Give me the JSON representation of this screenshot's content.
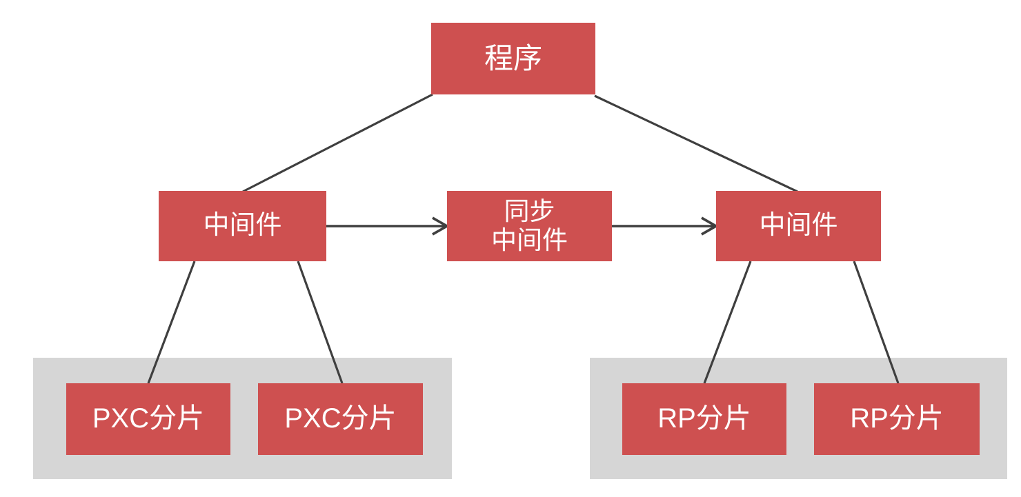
{
  "diagram": {
    "type": "architecture-flow",
    "title": "",
    "colors": {
      "node_fill": "#ce5050",
      "node_text": "#ffffff",
      "group_fill": "#d6d6d6",
      "connector": "#3f3f3f",
      "background": "#ffffff"
    },
    "nodes": [
      {
        "id": "program",
        "label": "程序",
        "lines": [
          "程序"
        ]
      },
      {
        "id": "middleware-left",
        "label": "中间件",
        "lines": [
          "中间件"
        ]
      },
      {
        "id": "sync-middleware",
        "label": "同步中间件",
        "lines": [
          "同步",
          "中间件"
        ]
      },
      {
        "id": "middleware-right",
        "label": "中间件",
        "lines": [
          "中间件"
        ]
      },
      {
        "id": "pxc-shard-1",
        "label": "PXC分片",
        "lines": [
          "PXC分片"
        ]
      },
      {
        "id": "pxc-shard-2",
        "label": "PXC分片",
        "lines": [
          "PXC分片"
        ]
      },
      {
        "id": "rp-shard-1",
        "label": "RP分片",
        "lines": [
          "RP分片"
        ]
      },
      {
        "id": "rp-shard-2",
        "label": "RP分片",
        "lines": [
          "RP分片"
        ]
      }
    ],
    "groups": [
      {
        "id": "pxc-cluster-group",
        "label": ""
      },
      {
        "id": "rp-cluster-group",
        "label": ""
      }
    ],
    "connections": [
      {
        "from": "program",
        "to": "middleware-left",
        "style": "plain"
      },
      {
        "from": "program",
        "to": "middleware-right",
        "style": "plain"
      },
      {
        "from": "middleware-left",
        "to": "sync-middleware",
        "style": "arrow"
      },
      {
        "from": "sync-middleware",
        "to": "middleware-right",
        "style": "arrow"
      },
      {
        "from": "middleware-left",
        "to": "pxc-shard-1",
        "style": "plain"
      },
      {
        "from": "middleware-left",
        "to": "pxc-shard-2",
        "style": "plain"
      },
      {
        "from": "middleware-right",
        "to": "rp-shard-1",
        "style": "plain"
      },
      {
        "from": "middleware-right",
        "to": "rp-shard-2",
        "style": "plain"
      }
    ]
  }
}
